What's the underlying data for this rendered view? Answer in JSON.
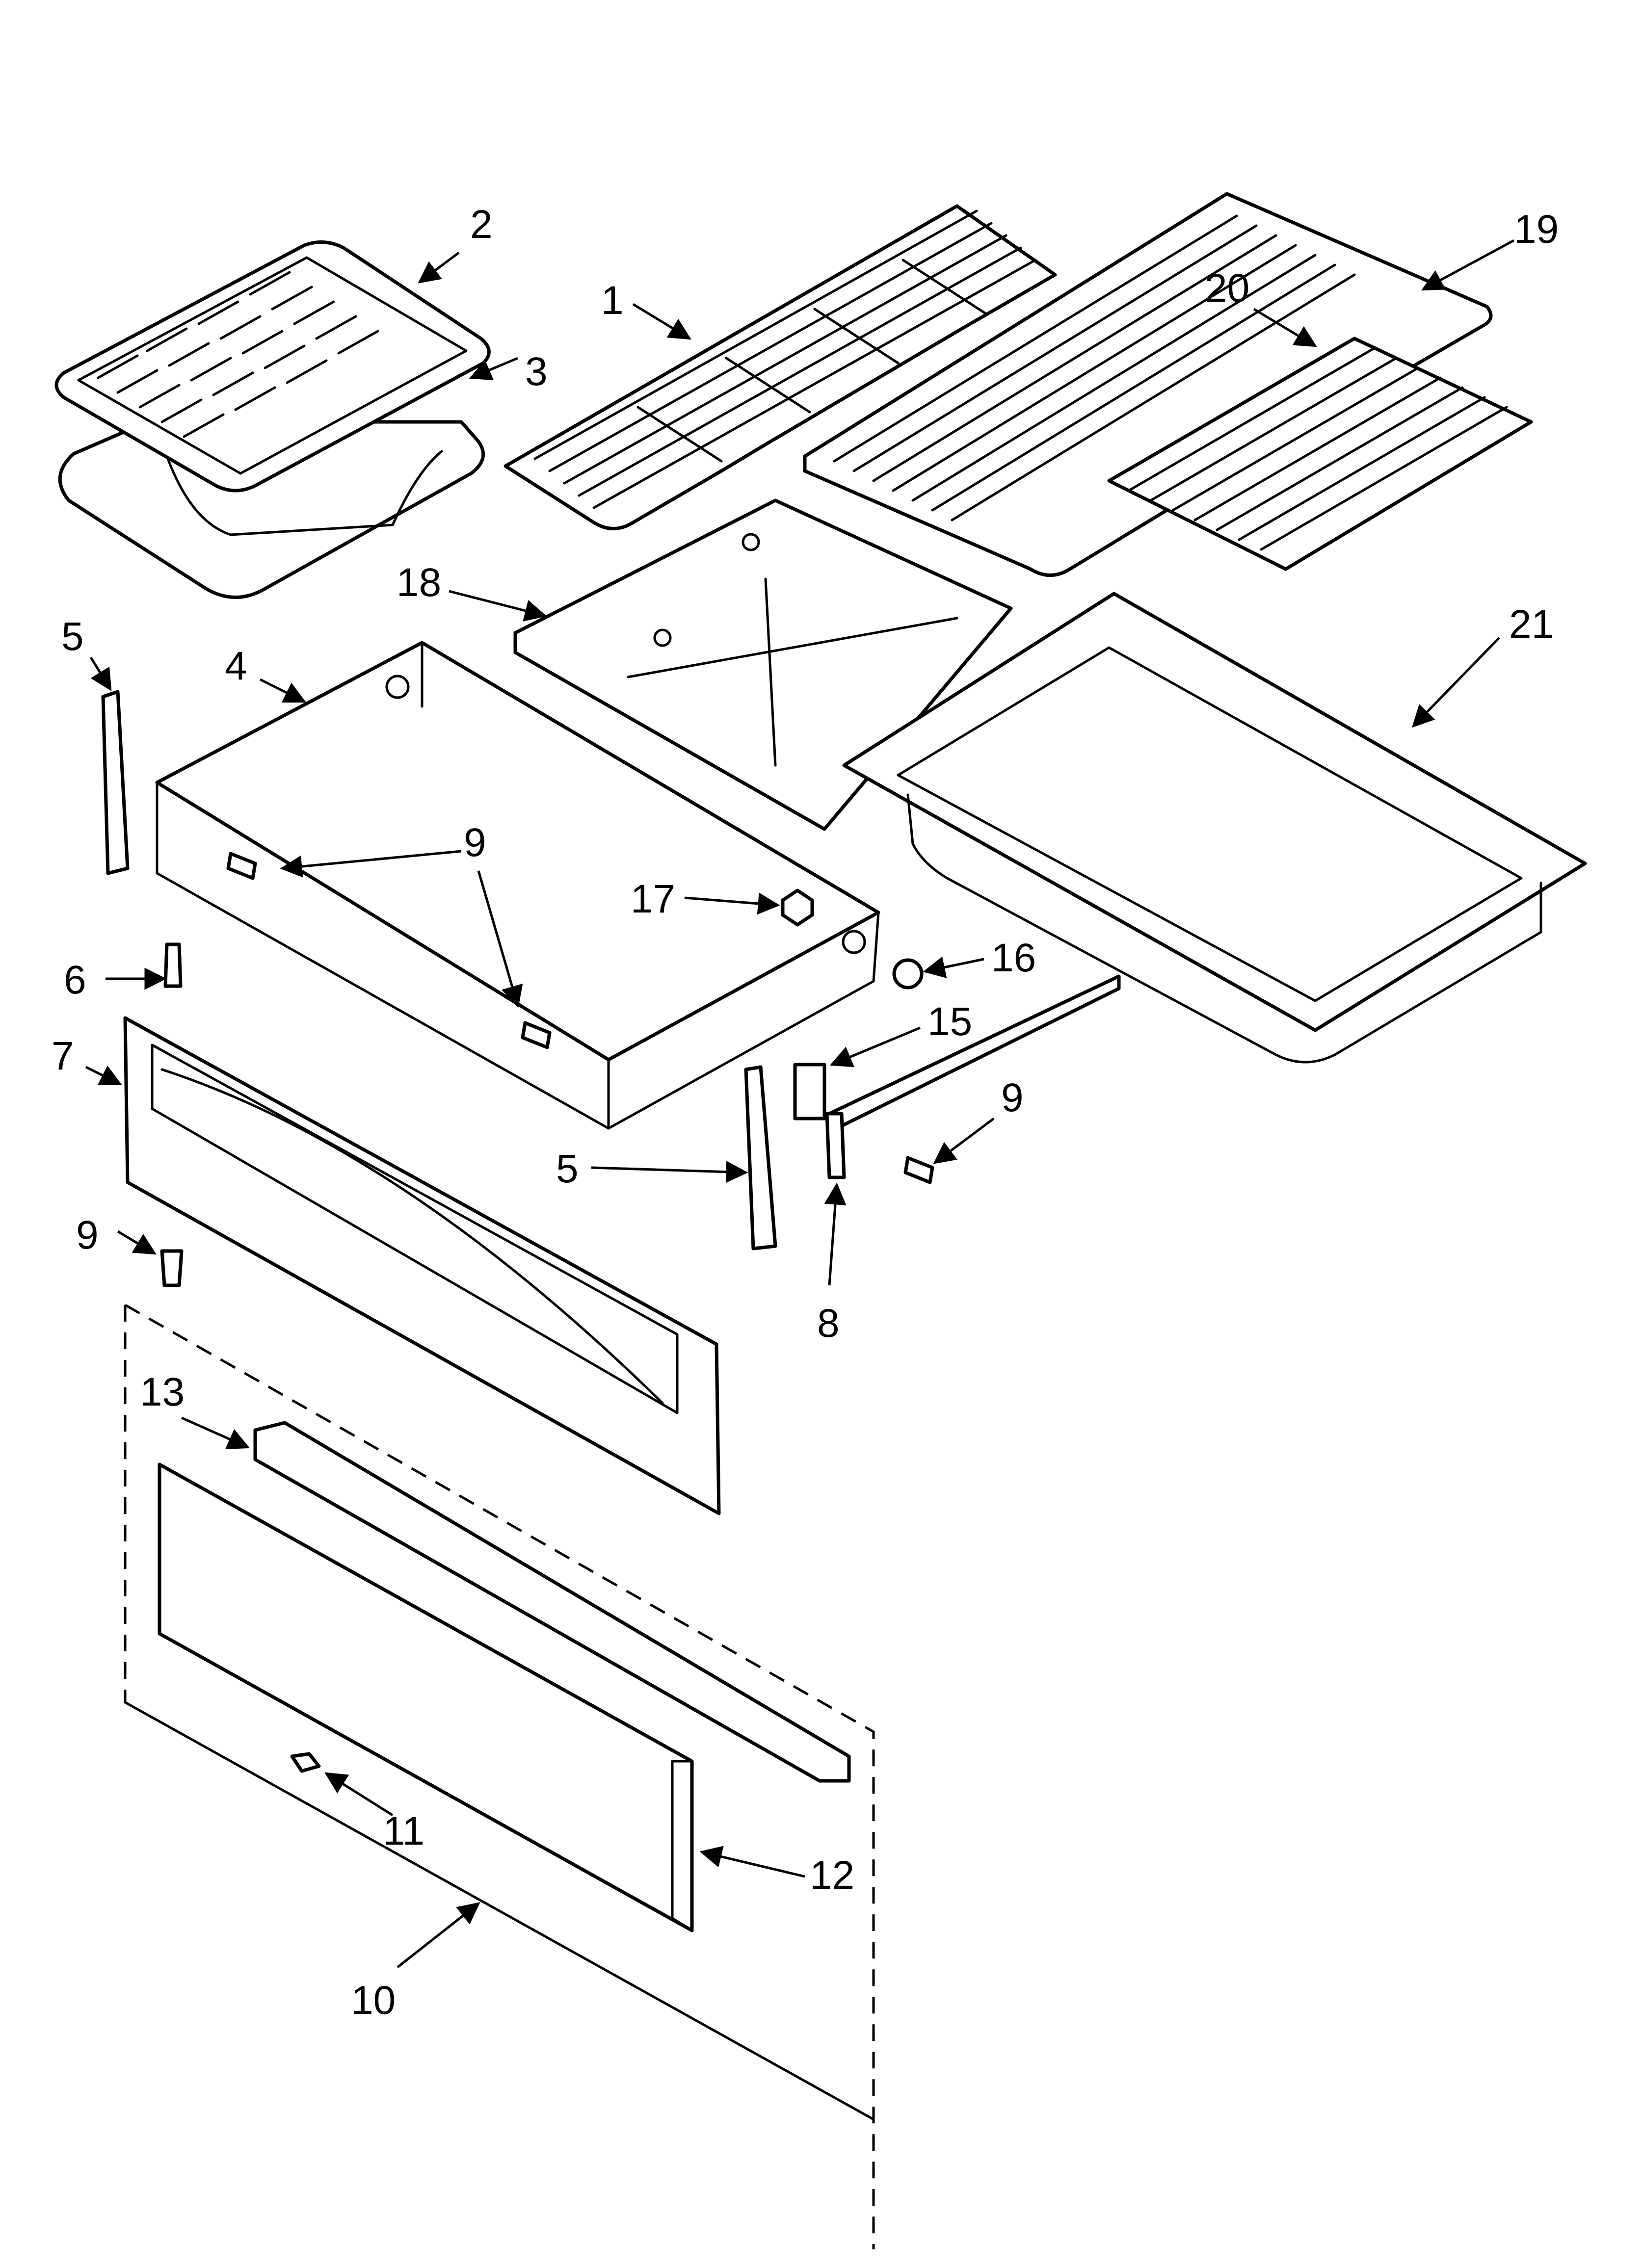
{
  "diagram": {
    "callouts": [
      {
        "id": "c1",
        "label": "1"
      },
      {
        "id": "c2",
        "label": "2"
      },
      {
        "id": "c3",
        "label": "3"
      },
      {
        "id": "c4",
        "label": "4"
      },
      {
        "id": "c5a",
        "label": "5"
      },
      {
        "id": "c5b",
        "label": "5"
      },
      {
        "id": "c6",
        "label": "6"
      },
      {
        "id": "c7",
        "label": "7"
      },
      {
        "id": "c8",
        "label": "8"
      },
      {
        "id": "c9a",
        "label": "9"
      },
      {
        "id": "c9b",
        "label": "9"
      },
      {
        "id": "c9c",
        "label": "9"
      },
      {
        "id": "c10",
        "label": "10"
      },
      {
        "id": "c11",
        "label": "11"
      },
      {
        "id": "c12",
        "label": "12"
      },
      {
        "id": "c13",
        "label": "13"
      },
      {
        "id": "c15",
        "label": "15"
      },
      {
        "id": "c16",
        "label": "16"
      },
      {
        "id": "c17",
        "label": "17"
      },
      {
        "id": "c18",
        "label": "18"
      },
      {
        "id": "c19",
        "label": "19"
      },
      {
        "id": "c20",
        "label": "20"
      },
      {
        "id": "c21",
        "label": "21"
      }
    ]
  }
}
